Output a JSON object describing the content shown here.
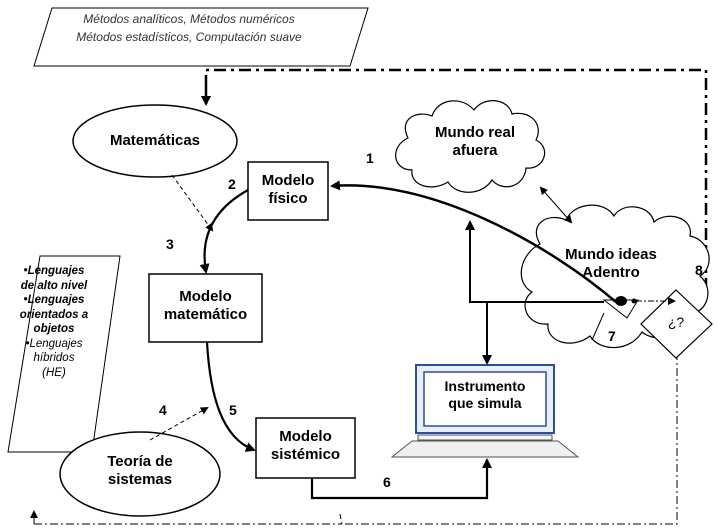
{
  "methods": {
    "line1": "Métodos analíticos, Métodos numéricos",
    "line2": "Métodos estadísticos, Computación suave"
  },
  "matematicas": "Matemáticas",
  "teoria": {
    "line1": "Teoría de",
    "line2": "sistemas"
  },
  "modelo_fisico": {
    "line1": "Modelo",
    "line2": "físico"
  },
  "modelo_matematico": {
    "line1": "Modelo",
    "line2": "matemático"
  },
  "modelo_sistemico": {
    "line1": "Modelo",
    "line2": "sistémico"
  },
  "mundo_real": {
    "line1": "Mundo real",
    "line2": "afuera"
  },
  "mundo_ideas": {
    "line1": "Mundo ideas",
    "line2": "Adentro"
  },
  "instrumento": {
    "line1": "Instrumento",
    "line2": "que simula"
  },
  "question_mark": "¿?",
  "lenguajes": {
    "item1a": "•Lenguajes",
    "item1b": "de alto nivel",
    "item2a": "•Lenguajes",
    "item2b": "orientados a",
    "item2c": "objetos",
    "item3a": "•Lenguajes",
    "item3b": "híbridos",
    "item3c": "(HE)"
  },
  "numbers": [
    "1",
    "2",
    "3",
    "4",
    "5",
    "6",
    "7",
    "8"
  ]
}
